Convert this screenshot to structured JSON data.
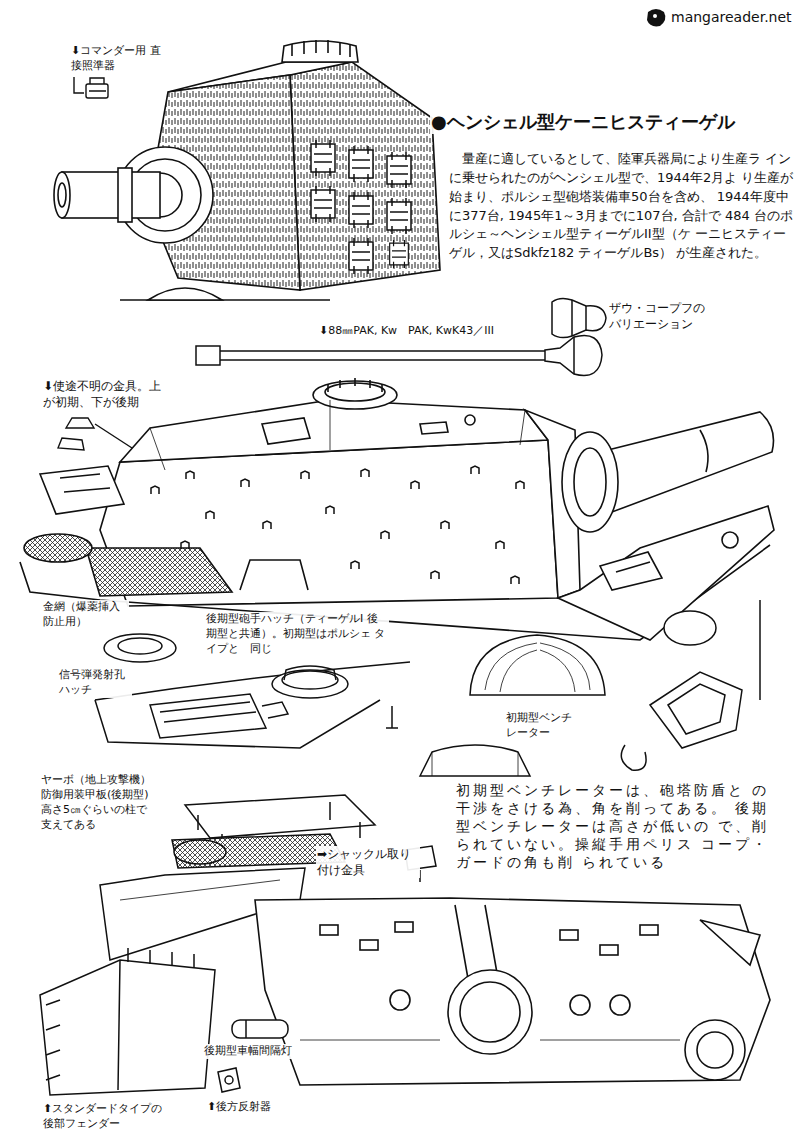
{
  "diagram": {
    "title": "●ヘンシェル型ケーニヒスティーゲル",
    "labels": [
      "mangareader.net",
      "⬇コマンダー用 直接照準器",
      "量産に適しているとして、陸軍兵器局により生産ラ インに乗せられたのがヘンシェル型で、1944年2月よ り生産が始まり、ポルシェ型砲塔装備車50台を含め、 1944年度中に377台, 1945年1～3月までに107台, 合計で 484 台のポルシェ～ヘンシェル型ティーゲルII型（ケ ーニヒスティーゲル，又はSdkfz182 ティーゲルBs） が生産された。",
      "ザウ・コープフの バリエーション",
      "⬇88㎜PAK, Kw　PAK, KwK43／III",
      "⬇使途不明の金具。上 が初期、下が後期",
      "金網（爆薬挿入 防止用）",
      "後期型砲手ハッチ（ティーゲルI 後期型と共通）。初期型はポルシェ タイプと　同じ",
      "信号弾発射孔 ハッチ",
      "初期型ベンチ レーター",
      "ヤーボ（地上攻撃機） 防御用装甲板(後期型) 高さ5㎝ぐらいの柱で 支えてある",
      "初期型ベンチレーターは、砲塔防盾と の干渉をさける為、角を削ってある。 後期型ベンチレーターは高さが低いの で、削られていない。操縦手用ペリス コープ・ガードの角も削 られている",
      "➡シャックル取り 付け金具",
      "後期型車幅間隔灯",
      "⬆スタンダードタイプの 後部フェンダー",
      "⬆後方反射器"
    ]
  }
}
